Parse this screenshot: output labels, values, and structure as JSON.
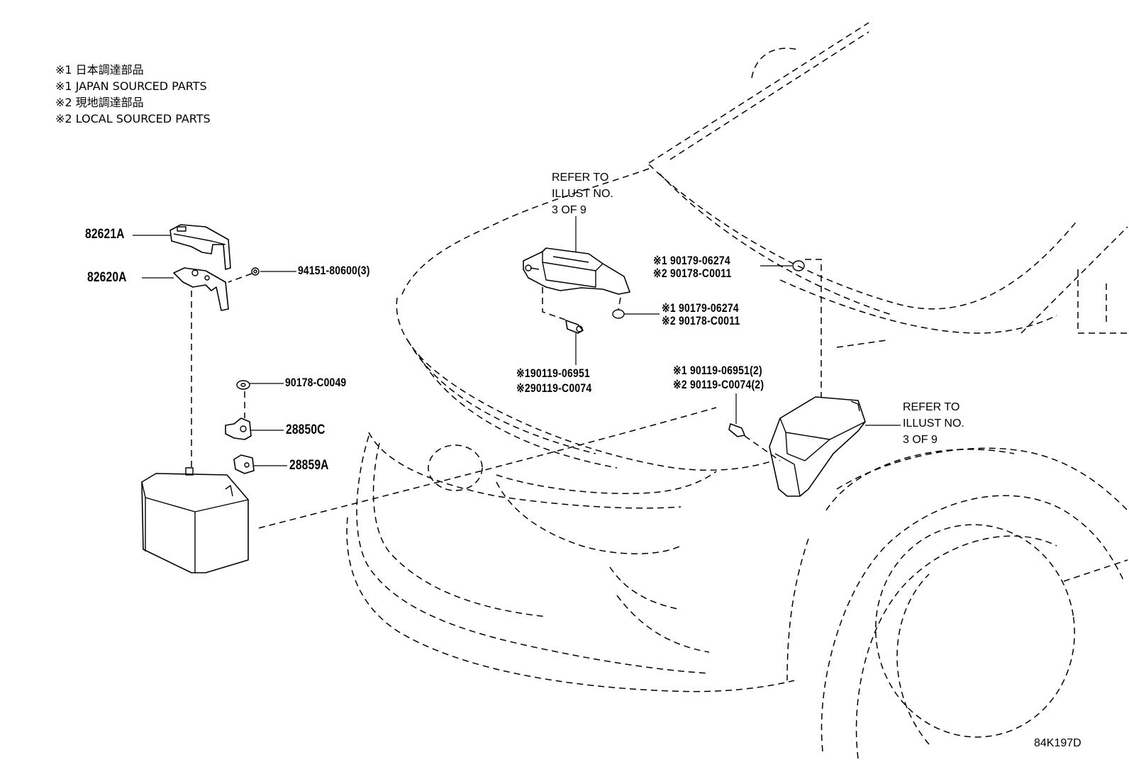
{
  "legend": {
    "line1": "※1 日本調達部品",
    "line2": "※1 JAPAN SOURCED PARTS",
    "line3": "※2 現地調達部品",
    "line4": "※2 LOCAL SOURCED PARTS"
  },
  "parts": {
    "p82621A": "82621A",
    "p82620A": "82620A",
    "p94151": "94151-80600(3)",
    "p90178_C0049": "90178-C0049",
    "p28850C": "28850C",
    "p28859A": "28859A",
    "ecu_bolt_1": "※190119-06951",
    "ecu_bolt_2": "※290119-C0074",
    "ecu_nut_1": "※1 90179-06274",
    "ecu_nut_2": "※2 90178-C0011",
    "upper_nut_1": "※1 90179-06274",
    "upper_nut_2": "※2 90178-C0011",
    "fuse_bolt_1": "※1 90119-06951(2)",
    "fuse_bolt_2": "※2 90119-C0074(2)"
  },
  "references": {
    "ref1": [
      "REFER TO",
      "ILLUST NO.",
      "3 OF 9"
    ],
    "ref2": [
      "REFER TO",
      "ILLUST NO.",
      "3 OF 9"
    ]
  },
  "illustration_code": "84K197D"
}
